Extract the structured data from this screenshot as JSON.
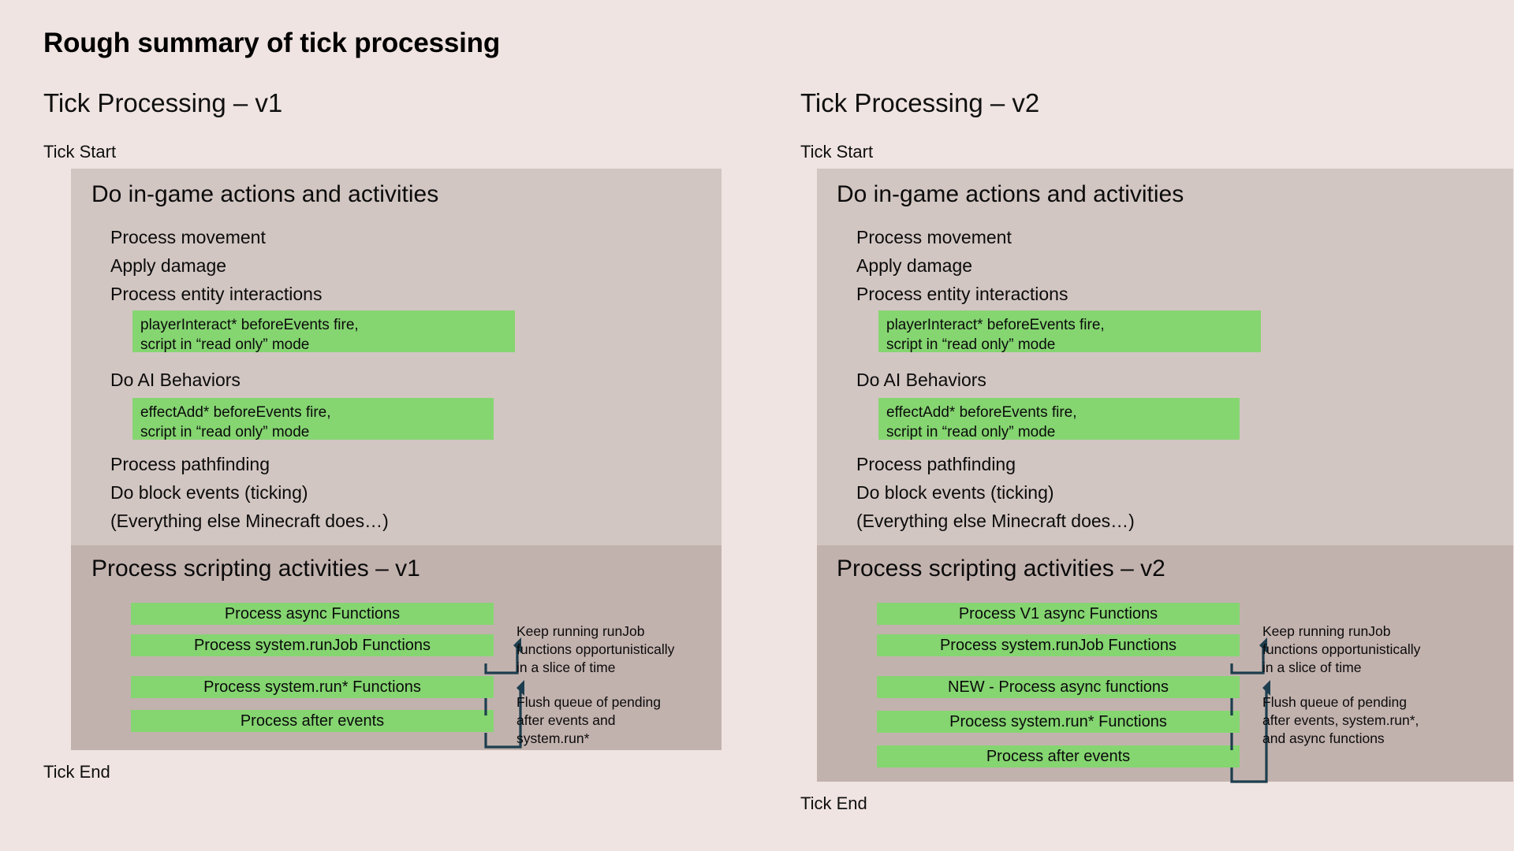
{
  "page": {
    "title": "Rough summary of tick processing",
    "background_color": "#efe4e1"
  },
  "colors": {
    "background": "#efe4e1",
    "ingame_panel": "#d2c6c2",
    "scripting_panel": "#c2b2ae",
    "green_highlight": "#85d571",
    "arrow_stroke": "#1d3e4e",
    "text": "#0b0b0b"
  },
  "columns": [
    {
      "id": "v1",
      "heading": "Tick Processing – v1",
      "tick_start": "Tick Start",
      "tick_end": "Tick End",
      "ingame": {
        "title": "Do in-game actions and activities",
        "steps_top": [
          "Process movement",
          "Apply damage",
          "Process entity interactions"
        ],
        "note_1": {
          "line1": "playerInteract* beforeEvents fire,",
          "line2": "script in “read only” mode"
        },
        "steps_mid": [
          "Do AI Behaviors"
        ],
        "note_2": {
          "line1": "effectAdd* beforeEvents fire,",
          "line2": "script in “read only” mode"
        },
        "steps_bottom": [
          "Process pathfinding",
          "Do block events (ticking)",
          "(Everything else Minecraft does…)"
        ]
      },
      "scripting": {
        "title": "Process scripting activities – v1",
        "bars": [
          "Process async Functions",
          "Process system.runJob Functions",
          "Process system.run* Functions",
          "Process after events"
        ],
        "annotations": [
          {
            "lines": [
              "Keep running runJob",
              "functions opportunistically",
              "in a slice of time"
            ]
          },
          {
            "lines": [
              "Flush queue of pending",
              "after events and",
              "system.run*"
            ]
          }
        ]
      }
    },
    {
      "id": "v2",
      "heading": "Tick Processing – v2",
      "tick_start": "Tick Start",
      "tick_end": "Tick End",
      "ingame": {
        "title": "Do in-game actions and activities",
        "steps_top": [
          "Process movement",
          "Apply damage",
          "Process entity interactions"
        ],
        "note_1": {
          "line1": "playerInteract* beforeEvents fire,",
          "line2": "script in “read only” mode"
        },
        "steps_mid": [
          "Do AI Behaviors"
        ],
        "note_2": {
          "line1": "effectAdd* beforeEvents fire,",
          "line2": "script in “read only” mode"
        },
        "steps_bottom": [
          "Process pathfinding",
          "Do block events (ticking)",
          "(Everything else Minecraft does…)"
        ]
      },
      "scripting": {
        "title": "Process scripting activities – v2",
        "bars": [
          "Process V1 async Functions",
          "Process system.runJob Functions",
          "NEW - Process async functions",
          "Process system.run* Functions",
          "Process after events"
        ],
        "annotations": [
          {
            "lines": [
              "Keep running runJob",
              "functions opportunistically",
              "in a slice of time"
            ]
          },
          {
            "lines": [
              "Flush queue of pending",
              "after events, system.run*,",
              "and async functions"
            ]
          }
        ]
      }
    }
  ]
}
